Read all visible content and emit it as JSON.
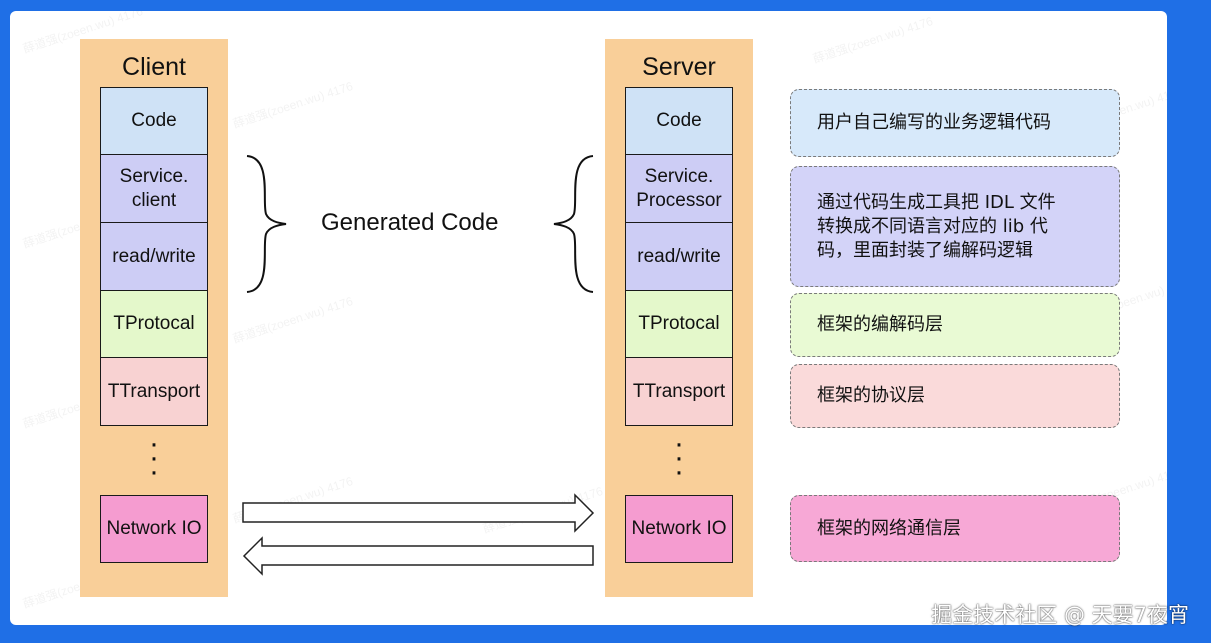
{
  "client": {
    "title": "Client",
    "layers": [
      {
        "label": "Code",
        "color": "#cfe2f6"
      },
      {
        "label": "Service.\nclient",
        "color": "#cdcdf5"
      },
      {
        "label": "read/write",
        "color": "#cdcdf5"
      },
      {
        "label": "TProtocal",
        "color": "#e4f8cb"
      },
      {
        "label": "TTransport",
        "color": "#f8d2d2"
      },
      {
        "label": "Network IO",
        "color": "#f59cd0"
      }
    ]
  },
  "server": {
    "title": "Server",
    "layers": [
      {
        "label": "Code",
        "color": "#cfe2f6"
      },
      {
        "label": "Service.\nProcessor",
        "color": "#cdcdf5"
      },
      {
        "label": "read/write",
        "color": "#cdcdf5"
      },
      {
        "label": "TProtocal",
        "color": "#e4f8cb"
      },
      {
        "label": "TTransport",
        "color": "#f8d2d2"
      },
      {
        "label": "Network IO",
        "color": "#f59cd0"
      }
    ]
  },
  "generated_label": "Generated Code",
  "descriptions": [
    {
      "text": "用户自己编写的业务逻辑代码",
      "color": "#d7e9fa"
    },
    {
      "text": "通过代码生成工具把 IDL 文件\n转换成不同语言对应的 lib 代\n码，里面封装了编解码逻辑",
      "color": "#d3d3f8"
    },
    {
      "text": "框架的编解码层",
      "color": "#e9fad4"
    },
    {
      "text": "框架的协议层",
      "color": "#fadada"
    },
    {
      "text": "框架的网络通信层",
      "color": "#f7a8d6"
    }
  ],
  "watermark": "薛道强(zoeen.wu) 4176",
  "footer": "掘金技术社区 @ 天要7夜宵",
  "colors": {
    "frame": "#1f6fe6",
    "column": "#f9cf99"
  }
}
